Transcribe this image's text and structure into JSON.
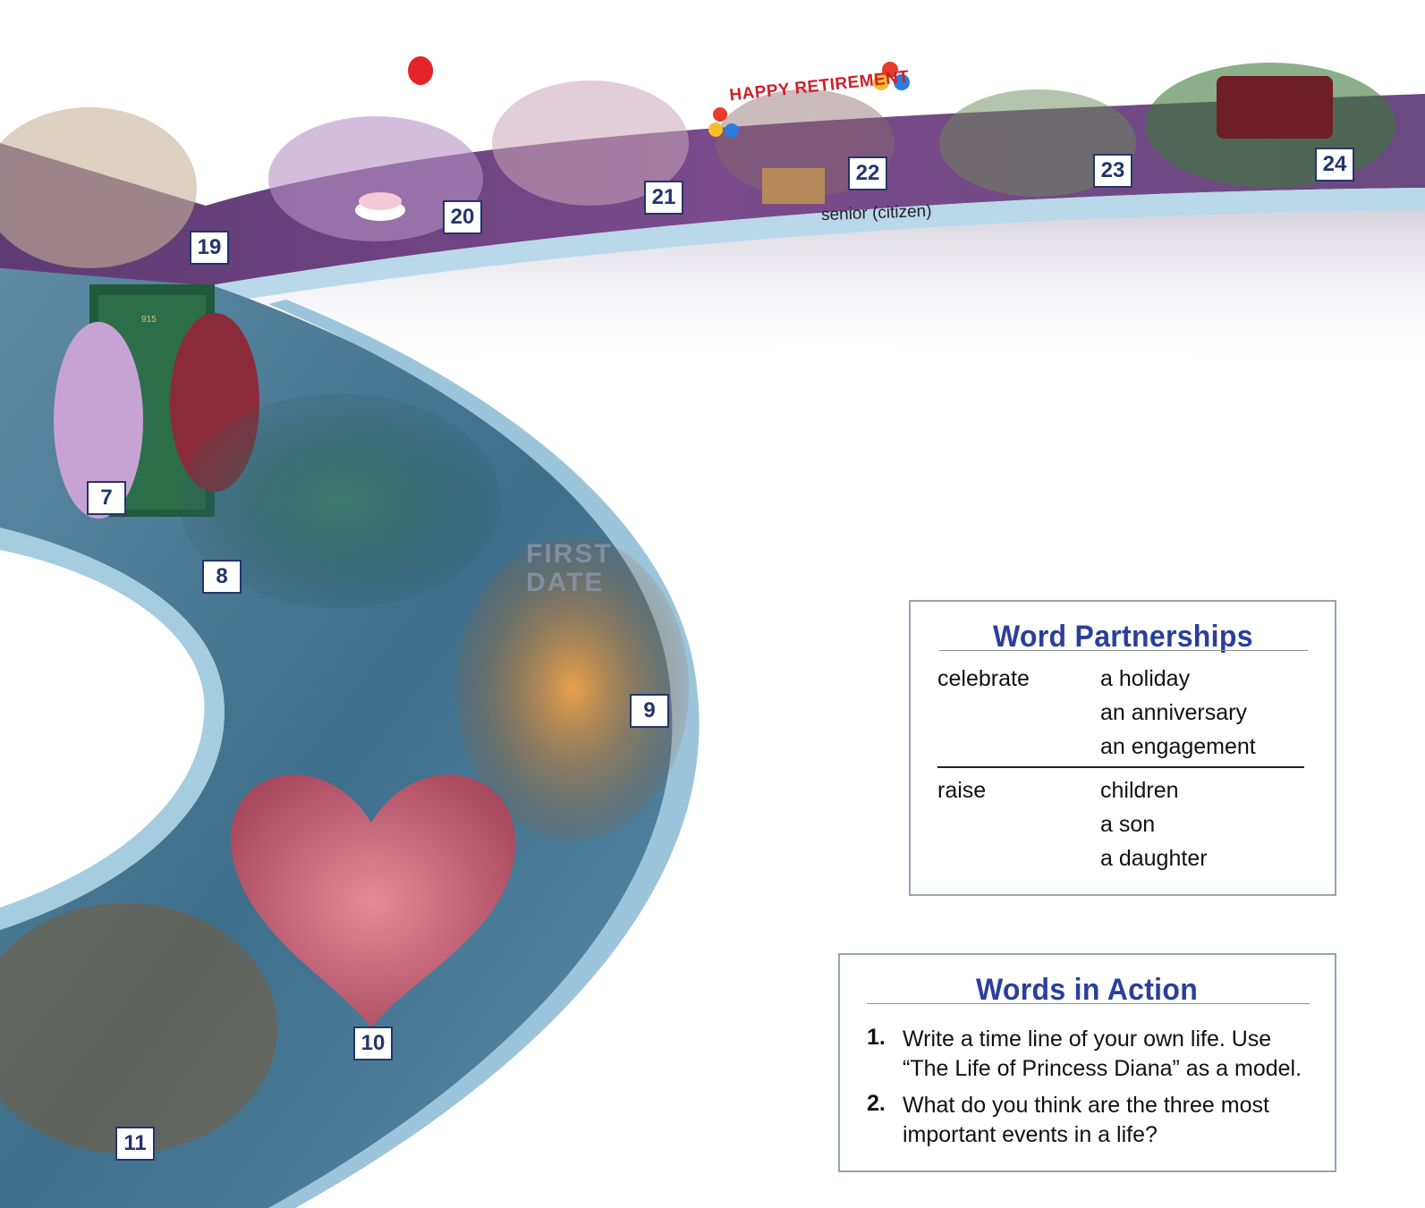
{
  "scene": {
    "numbers": [
      "19",
      "20",
      "21",
      "22",
      "23",
      "24",
      "7",
      "8",
      "9",
      "10",
      "11"
    ],
    "labels": {
      "senior": "senior (citizen)",
      "retirement_banner": "HAPPY RETIREMENT",
      "first_date_sign": [
        "FIRST",
        "DATE"
      ],
      "door_number": "915"
    },
    "colors": {
      "top_band": "#6b3f7e",
      "lower_band": "#4e6f86",
      "rail": "#a8cde2",
      "number_border": "#23356b"
    }
  },
  "word_partnerships": {
    "title": "Word Partnerships",
    "groups": [
      {
        "verb": "celebrate",
        "objects": [
          "a holiday",
          "an anniversary",
          "an engagement"
        ]
      },
      {
        "verb": "raise",
        "objects": [
          "children",
          "a son",
          "a daughter"
        ]
      }
    ]
  },
  "words_in_action": {
    "title": "Words in Action",
    "items": [
      {
        "num": "1.",
        "text": "Write a time line of your own life. Use “The Life of Princess Diana” as a model."
      },
      {
        "num": "2.",
        "text": "What do you think are the three most important events in a life?"
      }
    ]
  }
}
